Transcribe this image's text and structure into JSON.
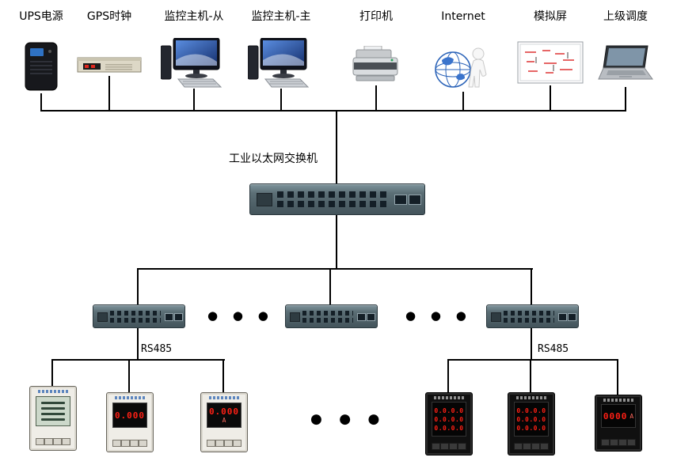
{
  "top_devices": [
    {
      "label": "UPS电源"
    },
    {
      "label": "GPS时钟"
    },
    {
      "label": "监控主机-从"
    },
    {
      "label": "监控主机-主"
    },
    {
      "label": "打印机"
    },
    {
      "label": "Internet"
    },
    {
      "label": "模拟屏"
    },
    {
      "label": "上级调度"
    }
  ],
  "switch": {
    "label": "工业以太网交换机"
  },
  "rs485": {
    "left": "RS485",
    "right": "RS485"
  },
  "ellipsis": "● ● ●",
  "meters": {
    "left": [
      {
        "type": "lcd",
        "display": ""
      },
      {
        "display": "0.000",
        "unit": ""
      },
      {
        "display": "0.000",
        "unit": "A"
      }
    ],
    "right": [
      {
        "rows": [
          "0.0.0.0",
          "0.0.0.0",
          "0.0.0.0"
        ]
      },
      {
        "rows": [
          "0.0.0.0",
          "0.0.0.0",
          "0.0.0.0"
        ]
      },
      {
        "display": "0000",
        "unit": "A"
      }
    ]
  }
}
